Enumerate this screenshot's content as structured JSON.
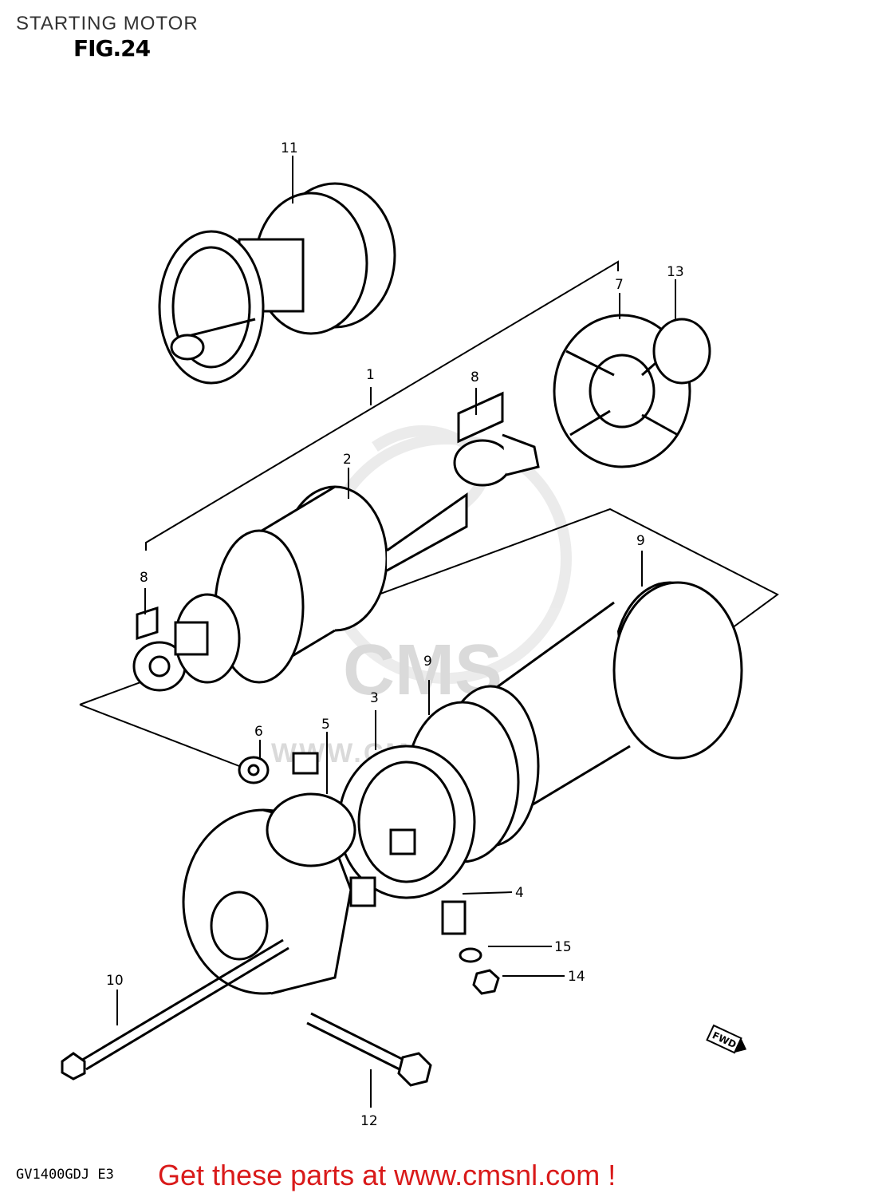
{
  "header": {
    "title": "STARTING MOTOR",
    "figure": "FIG.24"
  },
  "callouts": {
    "c1": "1",
    "c2": "2",
    "c3": "3",
    "c4": "4",
    "c5": "5",
    "c6": "6",
    "c7": "7",
    "c8a": "8",
    "c8b": "8",
    "c9a": "9",
    "c9b": "9",
    "c10": "10",
    "c11": "11",
    "c12": "12",
    "c13": "13",
    "c14": "14",
    "c15": "15"
  },
  "watermark": {
    "text": "CMS",
    "url": "WWW.CMSNL.COM"
  },
  "direction_badge": "FWD",
  "footer": {
    "model_code": "GV1400GDJ E3",
    "cta": "Get these parts at www.cmsnl.com !"
  },
  "colors": {
    "cta": "#d91a1a",
    "line": "#000000",
    "watermark": "#d9d9d9"
  }
}
